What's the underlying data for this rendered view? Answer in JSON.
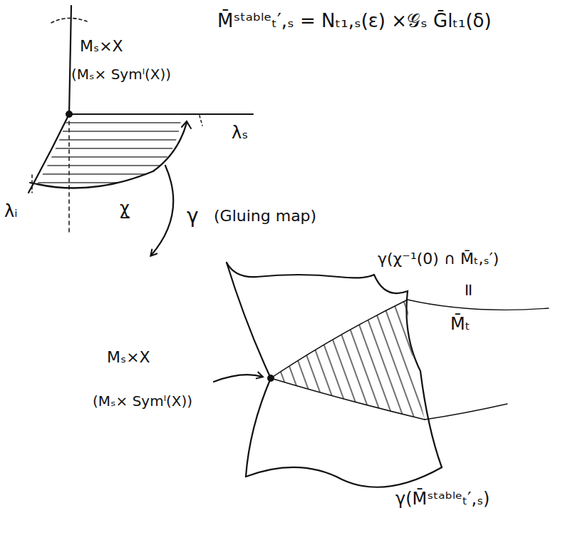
{
  "diagram": {
    "labels": [
      "M̄ˢᵗᵃᵇˡᵉₜ′,ₛ = Nₜ₁,ₛ(ε) ×𝒢ₛ Ḡlₜ₁(δ)",
      "Mₛ×X",
      "(Mₛ× Symˡ(X))",
      "λₛ",
      "λᵢ",
      "χ̲",
      "γ",
      "(Gluing map)",
      "γ(χ⁻¹(0) ∩ M̄ₜ,ₛ′)",
      "=",
      "M̄ₜ",
      "Mₛ×X",
      "(Mₛ× Symˡ(X))",
      "γ(M̄ˢᵗᵃᵇˡᵉₜ′,ₛ)"
    ]
  }
}
